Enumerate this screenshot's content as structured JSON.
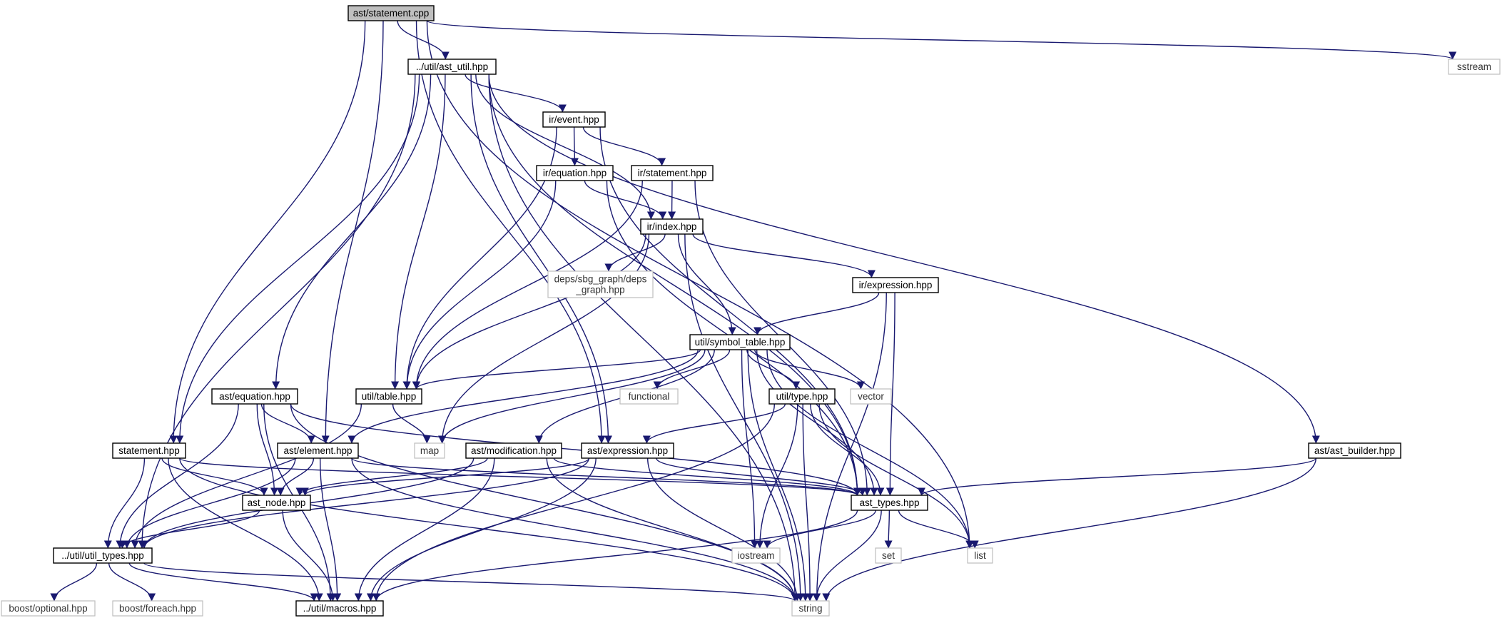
{
  "nodes": [
    {
      "id": "statement_cpp",
      "label": "ast/statement.cpp",
      "kind": "root"
    },
    {
      "id": "util_ast_util_hpp",
      "label": "../util/ast_util.hpp",
      "kind": "local"
    },
    {
      "id": "sstream",
      "label": "sstream",
      "kind": "external"
    },
    {
      "id": "ir_event_hpp",
      "label": "ir/event.hpp",
      "kind": "local"
    },
    {
      "id": "ir_equation_hpp",
      "label": "ir/equation.hpp",
      "kind": "local"
    },
    {
      "id": "ir_statement_hpp",
      "label": "ir/statement.hpp",
      "kind": "local"
    },
    {
      "id": "ir_index_hpp",
      "label": "ir/index.hpp",
      "kind": "local"
    },
    {
      "id": "deps_graph_hpp",
      "label": [
        "deps/sbg_graph/deps",
        "_graph.hpp"
      ],
      "kind": "external"
    },
    {
      "id": "ir_expression_hpp",
      "label": "ir/expression.hpp",
      "kind": "local"
    },
    {
      "id": "util_symbol_table_hpp",
      "label": "util/symbol_table.hpp",
      "kind": "local"
    },
    {
      "id": "ast_equation_hpp",
      "label": "ast/equation.hpp",
      "kind": "local"
    },
    {
      "id": "util_table_hpp",
      "label": "util/table.hpp",
      "kind": "local"
    },
    {
      "id": "functional",
      "label": "functional",
      "kind": "external"
    },
    {
      "id": "util_type_hpp",
      "label": "util/type.hpp",
      "kind": "local"
    },
    {
      "id": "vector",
      "label": "vector",
      "kind": "external"
    },
    {
      "id": "statement_hpp",
      "label": "statement.hpp",
      "kind": "local"
    },
    {
      "id": "ast_element_hpp",
      "label": "ast/element.hpp",
      "kind": "local"
    },
    {
      "id": "map",
      "label": "map",
      "kind": "external"
    },
    {
      "id": "ast_modification_hpp",
      "label": "ast/modification.hpp",
      "kind": "local"
    },
    {
      "id": "ast_expression_hpp",
      "label": "ast/expression.hpp",
      "kind": "local"
    },
    {
      "id": "ast_ast_builder_hpp",
      "label": "ast/ast_builder.hpp",
      "kind": "local"
    },
    {
      "id": "ast_node_hpp",
      "label": "ast_node.hpp",
      "kind": "local"
    },
    {
      "id": "ast_types_hpp",
      "label": "ast_types.hpp",
      "kind": "local"
    },
    {
      "id": "util_util_types_hpp",
      "label": "../util/util_types.hpp",
      "kind": "local"
    },
    {
      "id": "iostream",
      "label": "iostream",
      "kind": "external"
    },
    {
      "id": "set",
      "label": "set",
      "kind": "external"
    },
    {
      "id": "list",
      "label": "list",
      "kind": "external"
    },
    {
      "id": "boost_optional_hpp",
      "label": "boost/optional.hpp",
      "kind": "external"
    },
    {
      "id": "boost_foreach_hpp",
      "label": "boost/foreach.hpp",
      "kind": "external"
    },
    {
      "id": "util_macros_hpp",
      "label": "../util/macros.hpp",
      "kind": "local"
    },
    {
      "id": "string",
      "label": "string",
      "kind": "external"
    }
  ],
  "edges": [
    [
      "statement_cpp",
      "util_ast_util_hpp"
    ],
    [
      "statement_cpp",
      "sstream"
    ],
    [
      "statement_cpp",
      "statement_hpp"
    ],
    [
      "statement_cpp",
      "ast_element_hpp"
    ],
    [
      "statement_cpp",
      "ast_expression_hpp"
    ],
    [
      "statement_cpp",
      "list"
    ],
    [
      "util_ast_util_hpp",
      "ir_event_hpp"
    ],
    [
      "util_ast_util_hpp",
      "ir_index_hpp"
    ],
    [
      "util_ast_util_hpp",
      "ast_ast_builder_hpp"
    ],
    [
      "util_ast_util_hpp",
      "ast_equation_hpp"
    ],
    [
      "util_ast_util_hpp",
      "statement_hpp"
    ],
    [
      "util_ast_util_hpp",
      "ast_expression_hpp"
    ],
    [
      "util_ast_util_hpp",
      "util_util_types_hpp"
    ],
    [
      "util_ast_util_hpp",
      "ast_types_hpp"
    ],
    [
      "util_ast_util_hpp",
      "string"
    ],
    [
      "util_ast_util_hpp",
      "util_table_hpp"
    ],
    [
      "ir_event_hpp",
      "ir_equation_hpp"
    ],
    [
      "ir_event_hpp",
      "ir_statement_hpp"
    ],
    [
      "ir_event_hpp",
      "util_table_hpp"
    ],
    [
      "ir_event_hpp",
      "ast_types_hpp"
    ],
    [
      "ir_equation_hpp",
      "ir_index_hpp"
    ],
    [
      "ir_equation_hpp",
      "util_table_hpp"
    ],
    [
      "ir_equation_hpp",
      "ast_types_hpp"
    ],
    [
      "ir_statement_hpp",
      "ir_index_hpp"
    ],
    [
      "ir_statement_hpp",
      "util_table_hpp"
    ],
    [
      "ir_statement_hpp",
      "ast_types_hpp"
    ],
    [
      "ir_index_hpp",
      "deps_graph_hpp"
    ],
    [
      "ir_index_hpp",
      "ir_expression_hpp"
    ],
    [
      "ir_index_hpp",
      "util_symbol_table_hpp"
    ],
    [
      "ir_index_hpp",
      "util_table_hpp"
    ],
    [
      "ir_index_hpp",
      "map"
    ],
    [
      "ir_index_hpp",
      "string"
    ],
    [
      "ir_expression_hpp",
      "util_symbol_table_hpp"
    ],
    [
      "ir_expression_hpp",
      "ast_types_hpp"
    ],
    [
      "ir_expression_hpp",
      "string"
    ],
    [
      "util_symbol_table_hpp",
      "util_table_hpp"
    ],
    [
      "util_symbol_table_hpp",
      "functional"
    ],
    [
      "util_symbol_table_hpp",
      "util_type_hpp"
    ],
    [
      "util_symbol_table_hpp",
      "vector"
    ],
    [
      "util_symbol_table_hpp",
      "ast_element_hpp"
    ],
    [
      "util_symbol_table_hpp",
      "ast_modification_hpp"
    ],
    [
      "util_symbol_table_hpp",
      "map"
    ],
    [
      "util_symbol_table_hpp",
      "ast_types_hpp"
    ],
    [
      "util_symbol_table_hpp",
      "iostream"
    ],
    [
      "util_symbol_table_hpp",
      "list"
    ],
    [
      "util_symbol_table_hpp",
      "string"
    ],
    [
      "util_table_hpp",
      "map"
    ],
    [
      "util_table_hpp",
      "util_util_types_hpp"
    ],
    [
      "util_type_hpp",
      "ast_expression_hpp"
    ],
    [
      "util_type_hpp",
      "ast_types_hpp"
    ],
    [
      "util_type_hpp",
      "iostream"
    ],
    [
      "util_type_hpp",
      "string"
    ],
    [
      "util_type_hpp",
      "list"
    ],
    [
      "util_type_hpp",
      "util_macros_hpp"
    ],
    [
      "ast_equation_hpp",
      "ast_element_hpp"
    ],
    [
      "ast_equation_hpp",
      "ast_node_hpp"
    ],
    [
      "ast_equation_hpp",
      "util_util_types_hpp"
    ],
    [
      "ast_equation_hpp",
      "util_macros_hpp"
    ],
    [
      "ast_equation_hpp",
      "string"
    ],
    [
      "ast_equation_hpp",
      "ast_types_hpp"
    ],
    [
      "statement_hpp",
      "ast_node_hpp"
    ],
    [
      "statement_hpp",
      "util_util_types_hpp"
    ],
    [
      "statement_hpp",
      "util_macros_hpp"
    ],
    [
      "statement_hpp",
      "string"
    ],
    [
      "statement_hpp",
      "ast_types_hpp"
    ],
    [
      "ast_element_hpp",
      "ast_node_hpp"
    ],
    [
      "ast_element_hpp",
      "util_util_types_hpp"
    ],
    [
      "ast_element_hpp",
      "util_macros_hpp"
    ],
    [
      "ast_element_hpp",
      "string"
    ],
    [
      "ast_element_hpp",
      "ast_types_hpp"
    ],
    [
      "ast_modification_hpp",
      "ast_node_hpp"
    ],
    [
      "ast_modification_hpp",
      "util_util_types_hpp"
    ],
    [
      "ast_modification_hpp",
      "util_macros_hpp"
    ],
    [
      "ast_modification_hpp",
      "string"
    ],
    [
      "ast_modification_hpp",
      "ast_types_hpp"
    ],
    [
      "ast_expression_hpp",
      "ast_node_hpp"
    ],
    [
      "ast_expression_hpp",
      "util_util_types_hpp"
    ],
    [
      "ast_expression_hpp",
      "util_macros_hpp"
    ],
    [
      "ast_expression_hpp",
      "string"
    ],
    [
      "ast_expression_hpp",
      "ast_types_hpp"
    ],
    [
      "ast_ast_builder_hpp",
      "ast_types_hpp"
    ],
    [
      "ast_ast_builder_hpp",
      "string"
    ],
    [
      "ast_node_hpp",
      "util_util_types_hpp"
    ],
    [
      "ast_node_hpp",
      "util_macros_hpp"
    ],
    [
      "ast_types_hpp",
      "iostream"
    ],
    [
      "ast_types_hpp",
      "set"
    ],
    [
      "ast_types_hpp",
      "list"
    ],
    [
      "ast_types_hpp",
      "string"
    ],
    [
      "ast_types_hpp",
      "util_macros_hpp"
    ],
    [
      "util_util_types_hpp",
      "boost_optional_hpp"
    ],
    [
      "util_util_types_hpp",
      "boost_foreach_hpp"
    ],
    [
      "util_util_types_hpp",
      "util_macros_hpp"
    ],
    [
      "util_util_types_hpp",
      "string"
    ]
  ],
  "colors": {
    "edge": "#191970",
    "root_fill": "#bfbfbf",
    "external_border": "#bfbfbf",
    "local_border": "#000000"
  }
}
